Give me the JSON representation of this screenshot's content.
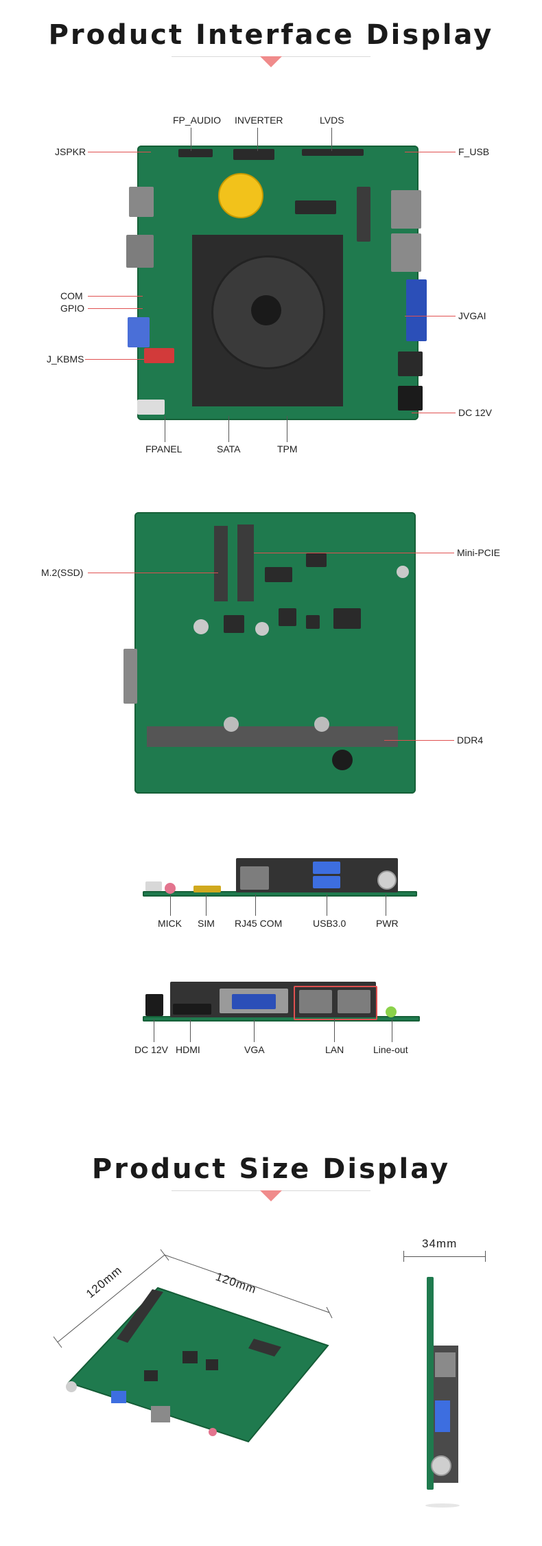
{
  "interface_section": {
    "title": "Product Interface Display",
    "top_view_labels": {
      "fp_audio": "FP_AUDIO",
      "inverter": "INVERTER",
      "lvds": "LVDS",
      "jspkr": "JSPKR",
      "f_usb": "F_USB",
      "com": "COM",
      "gpio": "GPIO",
      "jvgai": "JVGAI",
      "j_kbms": "J_KBMS",
      "dc12v": "DC 12V",
      "fpanel": "FPANEL",
      "sata": "SATA",
      "tpm": "TPM"
    },
    "bottom_view_labels": {
      "m2_ssd": "M.2(SSD)",
      "mini_pcie": "Mini-PCIE",
      "ddr4": "DDR4"
    },
    "side1_labels": [
      "MICK",
      "SIM",
      "RJ45 COM",
      "USB3.0",
      "PWR"
    ],
    "side2_labels": [
      "DC 12V",
      "HDMI",
      "VGA",
      "LAN",
      "Line-out"
    ]
  },
  "size_section": {
    "title": "Product Size Display",
    "dim_left": "120mm",
    "dim_right": "120mm",
    "dim_height": "34mm"
  },
  "colors": {
    "accent": "#f08b8b",
    "leader_line": "#e05050",
    "pcb_green": "#1f7a4e",
    "heatsink": "#2f2f2f"
  }
}
